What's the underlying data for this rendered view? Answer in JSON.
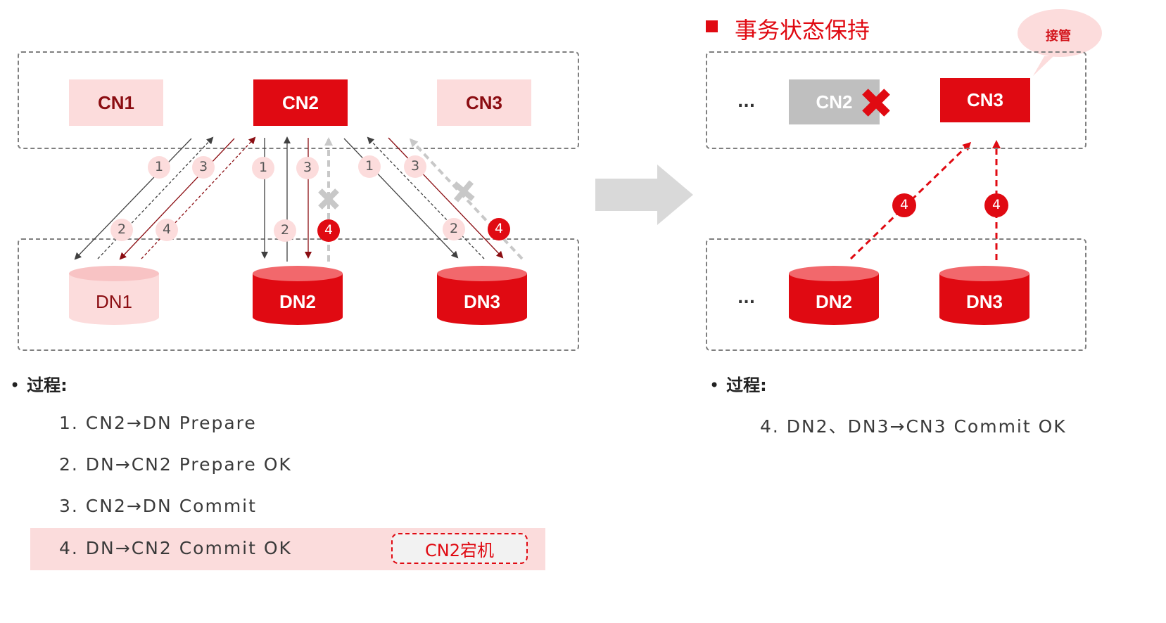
{
  "left": {
    "cn_nodes": [
      "CN1",
      "CN2",
      "CN3"
    ],
    "dn_nodes": [
      "DN1",
      "DN2",
      "DN3"
    ],
    "badges": [
      "1",
      "3",
      "1",
      "3",
      "1",
      "3",
      "2",
      "4",
      "2",
      "4",
      "2",
      "4"
    ],
    "process_label": "过程:",
    "steps": [
      "1.  CN2→DN Prepare",
      "2.  DN→CN2 Prepare OK",
      "3.  CN2→DN Commit",
      "4.  DN→CN2 Commit OK"
    ],
    "crash_tag": "CN2宕机"
  },
  "right": {
    "title": "事务状态保持",
    "takeover": "接管",
    "ellipsis": "...",
    "cn_nodes": [
      "CN2",
      "CN3"
    ],
    "dn_nodes": [
      "DN2",
      "DN3"
    ],
    "badges": [
      "4",
      "4"
    ],
    "process_label": "过程:",
    "step": "4. DN2、DN3→CN3 Commit OK"
  },
  "colors": {
    "accent": "#e00a12",
    "light": "#fcdcdc",
    "dark_text": "#8b0d12",
    "gray": "#bfbfbf",
    "arrow_big": "#d9d9d9"
  }
}
